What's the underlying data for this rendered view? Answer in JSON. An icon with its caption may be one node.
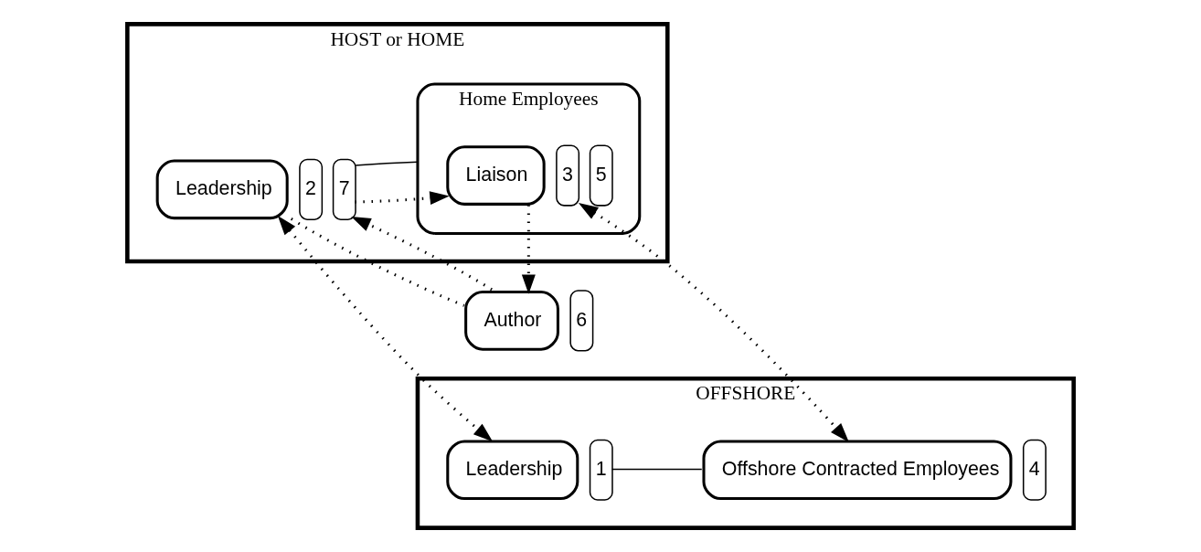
{
  "diagram": {
    "nodes": [
      {
        "text": [
          "HOST or HOME"
        ]
      },
      {
        "text": [
          "Leadership"
        ],
        "in": 0,
        "beside": [
          "2",
          "7"
        ]
      },
      {
        "text": [
          "Home Employees"
        ],
        "in": 0
      },
      {
        "text": [
          "Liaison"
        ],
        "in": 2,
        "beside": [
          "3",
          "5"
        ]
      },
      {
        "text": [
          "Author"
        ],
        "beside": [
          "6"
        ]
      },
      {
        "text": [
          "OFFSHORE"
        ]
      },
      {
        "text": [
          "Leadership"
        ],
        "in": 5,
        "beside": [
          "1"
        ]
      },
      {
        "text": [
          "Offshore Contracted Employees"
        ],
        "in": 5,
        "beside": [
          "4"
        ]
      }
    ],
    "edges": [
      {
        "from": 1,
        "to": 6,
        "arrow": "both",
        "style": "dashed"
      },
      {
        "from": 1,
        "to": 4,
        "arrow": "none",
        "style": "dashed"
      },
      {
        "from": 4,
        "to": 1,
        "arrow": "to",
        "style": "dashed"
      },
      {
        "from": 1,
        "to": 3,
        "arrow": "to",
        "style": "dashed"
      },
      {
        "from": 1,
        "to": 2,
        "arrow": "none"
      },
      {
        "from": 3,
        "to": 4,
        "arrow": "to",
        "style": "dashed"
      },
      {
        "from": 3,
        "to": 7,
        "arrow": "both",
        "style": "dashed"
      },
      {
        "from": 6,
        "to": 7,
        "arrow": "none"
      }
    ]
  }
}
